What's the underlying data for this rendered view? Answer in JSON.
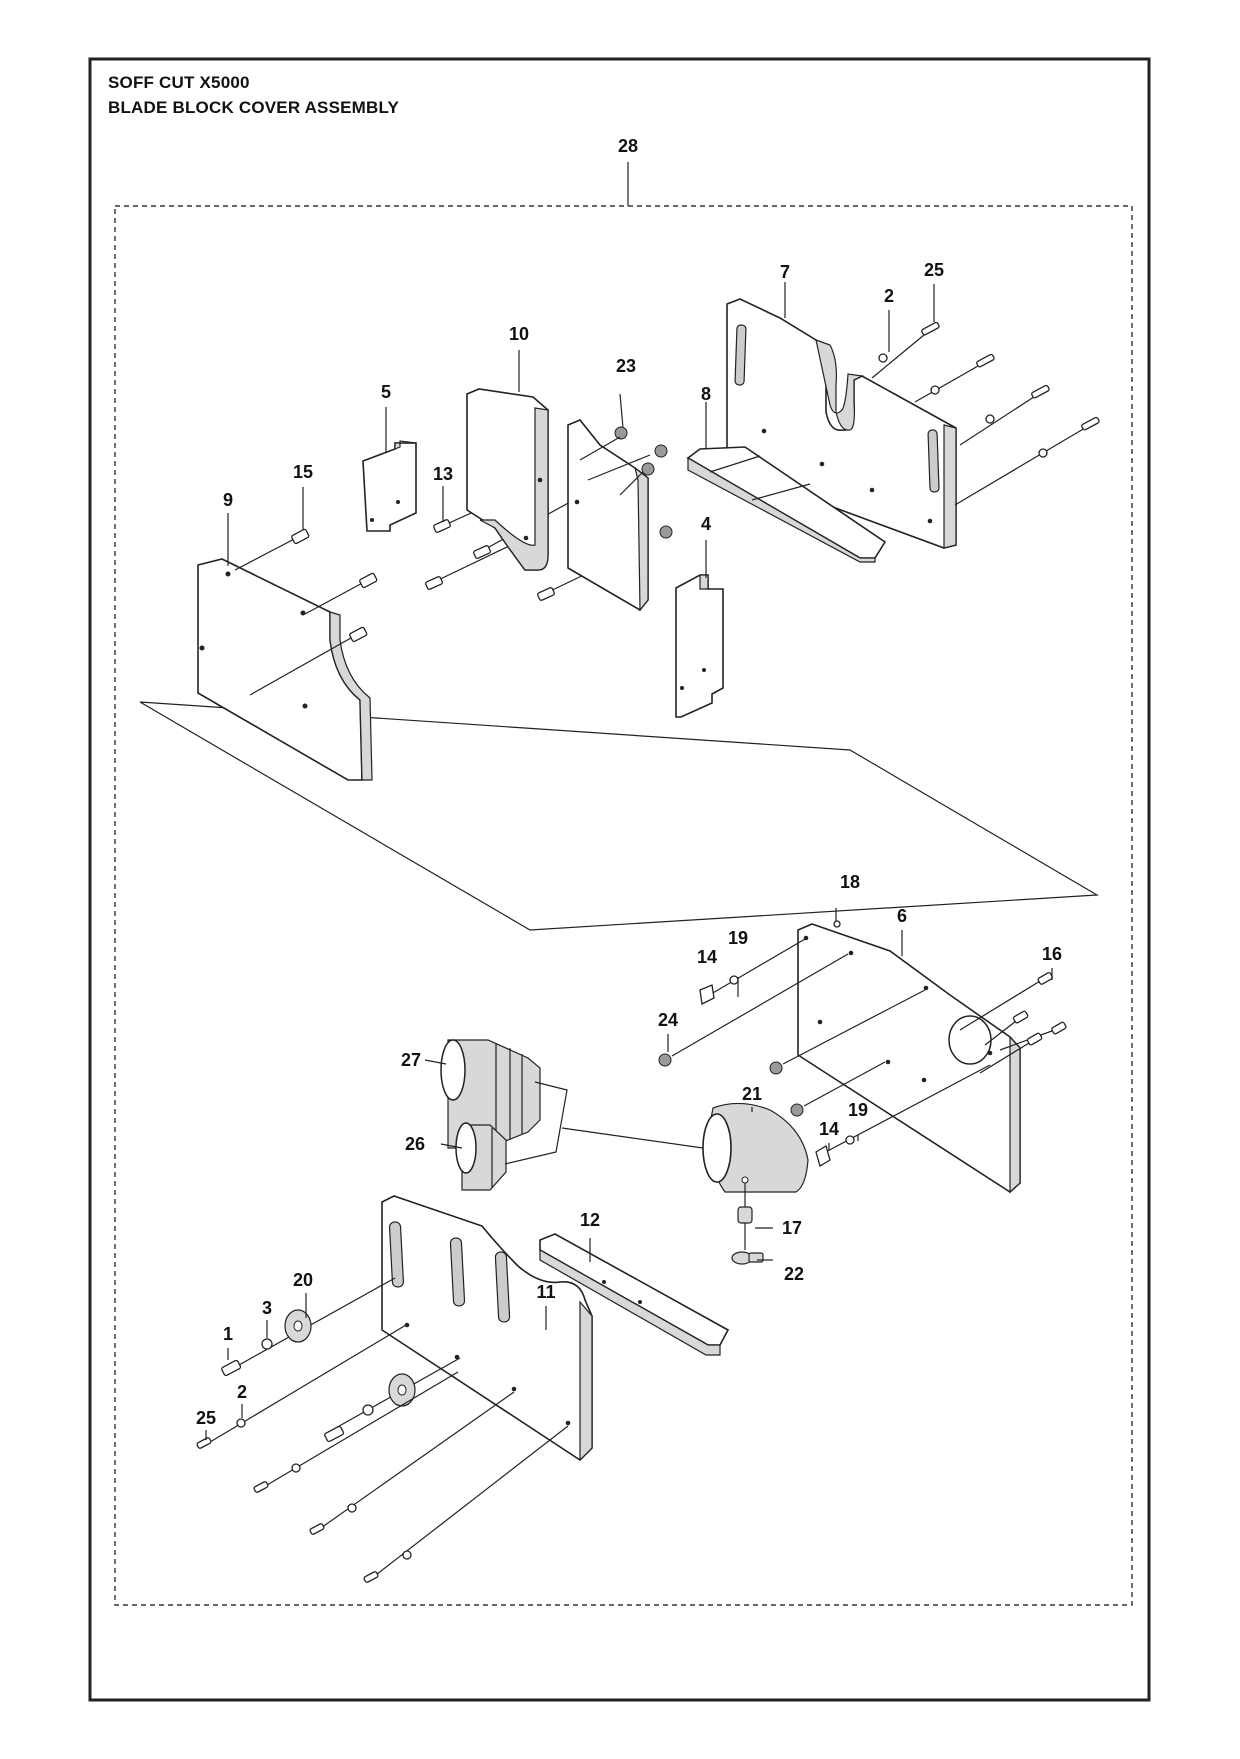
{
  "header": {
    "model": "SOFF CUT X5000",
    "assembly": "BLADE BLOCK COVER ASSEMBLY"
  },
  "callouts": {
    "c28": "28",
    "c7": "7",
    "c25a": "25",
    "c2a": "2",
    "c10": "10",
    "c23": "23",
    "c5": "5",
    "c8": "8",
    "c15": "15",
    "c13": "13",
    "c9": "9",
    "c4": "4",
    "c18": "18",
    "c6": "6",
    "c19a": "19",
    "c14a": "14",
    "c16": "16",
    "c24": "24",
    "c27": "27",
    "c21": "21",
    "c14b": "14",
    "c19b": "19",
    "c26": "26",
    "c12": "12",
    "c17": "17",
    "c22": "22",
    "c20": "20",
    "c11": "11",
    "c3": "3",
    "c1": "1",
    "c2b": "2",
    "c25b": "25"
  }
}
